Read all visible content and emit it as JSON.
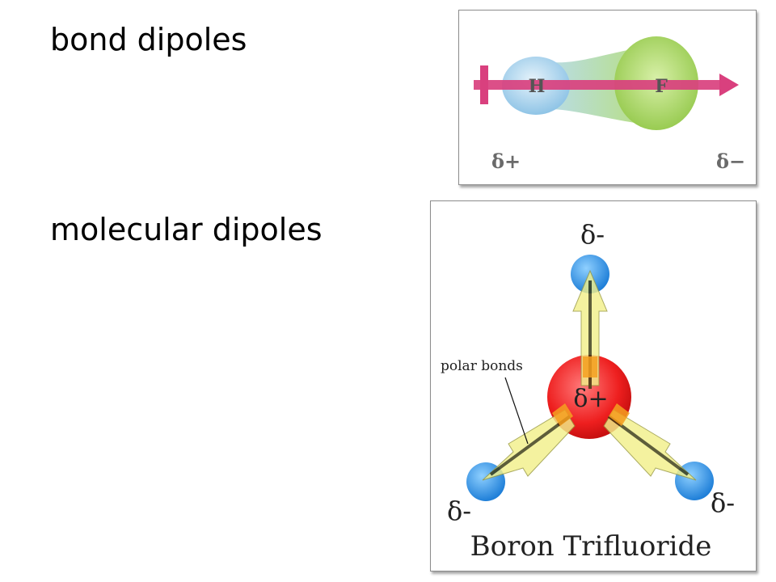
{
  "headings": {
    "bond": "bond dipoles",
    "molecular": "molecular dipoles"
  },
  "hf_diagram": {
    "atom_left": "H",
    "atom_right": "F",
    "charge_left": "δ+",
    "charge_right": "δ−",
    "colors": {
      "h_cloud": "#a8d4ee",
      "f_cloud": "#a9d95a",
      "arrow": "#d9407e"
    }
  },
  "bf3_diagram": {
    "central_charge": "δ+",
    "outer_charges": [
      "δ-",
      "δ-",
      "δ-"
    ],
    "annotation": "polar bonds",
    "caption": "Boron Trifluoride",
    "colors": {
      "boron": "#ee1f1f",
      "fluorine": "#2f8fe0",
      "arrow_fill": "#f2f08a",
      "bond_line": "#3a3a10"
    }
  }
}
